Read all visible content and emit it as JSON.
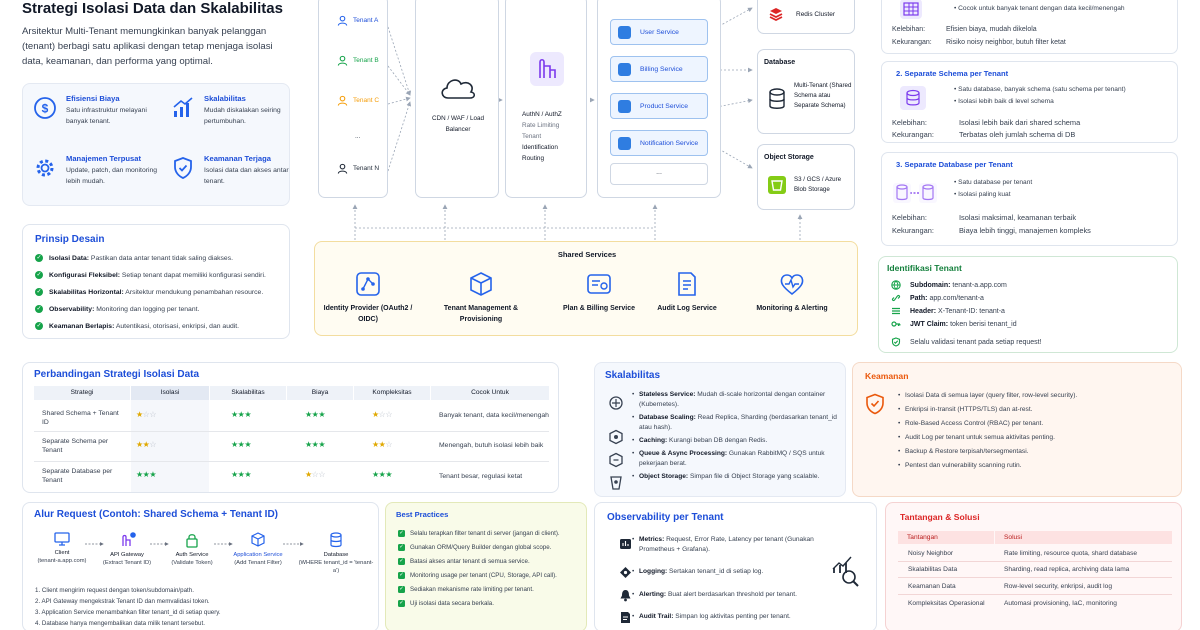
{
  "header": {
    "title": "Strategi Isolasi Data dan Skalabilitas",
    "intro": "Arsitektur Multi-Tenant memungkinkan banyak pelanggan (tenant) berbagi satu aplikasi dengan tetap menjaga isolasi data, keamanan, dan performa yang optimal."
  },
  "benefits": [
    {
      "title": "Efisiensi Biaya",
      "desc": "Satu infrastruktur melayani banyak tenant.",
      "icon": "dollar-icon"
    },
    {
      "title": "Skalabilitas",
      "desc": "Mudah diskalakan seiring pertumbuhan.",
      "icon": "growth-chart-icon"
    },
    {
      "title": "Manajemen Terpusat",
      "desc": "Update, patch, dan monitoring lebih mudah.",
      "icon": "gear-icon"
    },
    {
      "title": "Keamanan Terjaga",
      "desc": "Isolasi data dan akses antar tenant.",
      "icon": "shield-icon"
    }
  ],
  "prinsip": {
    "title": "Prinsip Desain",
    "items": [
      {
        "b": "Isolasi Data:",
        "t": " Pastikan data antar tenant tidak saling diakses."
      },
      {
        "b": "Konfigurasi Fleksibel:",
        "t": " Setiap tenant dapat memiliki konfigurasi sendiri."
      },
      {
        "b": "Skalabilitas Horizontal:",
        "t": " Arsitektur mendukung penambahan resource."
      },
      {
        "b": "Observability:",
        "t": " Monitoring dan logging per tenant."
      },
      {
        "b": "Keamanan Berlapis:",
        "t": " Autentikasi, otorisasi, enkripsi, dan audit."
      }
    ]
  },
  "architecture": {
    "tenants": [
      "Tenant A",
      "Tenant B",
      "Tenant C",
      "...",
      "Tenant N"
    ],
    "tenant_colors": [
      "#2563eb",
      "#16a34a",
      "#f59e0b",
      "#6b7280",
      "#1f2937"
    ],
    "cdn": "CDN / WAF / Load Balancer",
    "gateway_items": [
      "AuthN / AuthZ",
      "Rate Limiting",
      "Tenant",
      "Identification",
      "Routing"
    ],
    "services": [
      "User Service",
      "Billing Service",
      "Product Service",
      "Notification Service",
      "..."
    ],
    "redis": "Redis Cluster",
    "database": {
      "title": "Database",
      "desc": "Multi-Tenant (Shared Schema atau Separate Schema)"
    },
    "storage": {
      "title": "Object Storage",
      "desc": "S3 / GCS / Azure Blob Storage"
    }
  },
  "shared": {
    "title": "Shared Services",
    "items": [
      {
        "label": "Identity Provider (OAuth2 / OIDC)",
        "icon": "identity-icon"
      },
      {
        "label": "Tenant Management & Provisioning",
        "icon": "cube-icon"
      },
      {
        "label": "Plan & Billing Service",
        "icon": "billing-icon"
      },
      {
        "label": "Audit Log Service",
        "icon": "document-icon"
      },
      {
        "label": "Monitoring & Alerting",
        "icon": "heart-pulse-icon"
      }
    ]
  },
  "strategies": [
    {
      "title": "",
      "bullets": [
        "Cocok untuk banyak tenant dengan data kecil/menengah"
      ],
      "kelebihan_label": "Kelebihan:",
      "kelebihan": "Efisien biaya, mudah dikelola",
      "kekurangan_label": "Kekurangan:",
      "kekurangan": "Risiko noisy neighbor, butuh filter ketat"
    },
    {
      "title": "2. Separate Schema per Tenant",
      "bullets": [
        "Satu database, banyak schema (satu schema per tenant)",
        "Isolasi lebih baik di level schema"
      ],
      "kelebihan_label": "Kelebihan:",
      "kelebihan": "Isolasi lebih baik dari shared schema",
      "kekurangan_label": "Kekurangan:",
      "kekurangan": "Terbatas oleh jumlah schema di DB"
    },
    {
      "title": "3. Separate Database per Tenant",
      "bullets": [
        "Satu database per tenant",
        "Isolasi paling kuat"
      ],
      "kelebihan_label": "Kelebihan:",
      "kelebihan": "Isolasi maksimal, keamanan terbaik",
      "kekurangan_label": "Kekurangan:",
      "kekurangan": "Biaya lebih tinggi, manajemen kompleks"
    }
  ],
  "identifikasi": {
    "title": "Identifikasi Tenant",
    "items": [
      {
        "b": "Subdomain:",
        "t": " tenant-a.app.com"
      },
      {
        "b": "Path:",
        "t": " app.com/tenant-a"
      },
      {
        "b": "Header:",
        "t": " X-Tenant-ID: tenant-a"
      },
      {
        "b": "JWT Claim:",
        "t": " token berisi tenant_id"
      }
    ],
    "note": "Selalu validasi tenant pada setiap request!"
  },
  "comparison": {
    "title": "Perbandingan Strategi Isolasi Data",
    "headers": [
      "Strategi",
      "Isolasi",
      "Skalabilitas",
      "Biaya",
      "Kompleksitas",
      "Cocok Untuk"
    ],
    "rows": [
      {
        "name": "Shared Schema + Tenant ID",
        "isolasi": 1,
        "skalabilitas": 3,
        "biaya": 3,
        "kompleksitas": 1,
        "cocok": "Banyak tenant, data kecil/menengah"
      },
      {
        "name": "Separate Schema per Tenant",
        "isolasi": 2,
        "skalabilitas": 3,
        "biaya": 3,
        "kompleksitas": 2,
        "cocok": "Menengah, butuh isolasi lebih baik"
      },
      {
        "name": "Separate Database per Tenant",
        "isolasi": 3,
        "skalabilitas": 3,
        "biaya": 1,
        "kompleksitas": 3,
        "cocok": "Tenant besar, regulasi ketat"
      }
    ]
  },
  "skalabilitas": {
    "title": "Skalabilitas",
    "items": [
      {
        "b": "Stateless Service:",
        "t": " Mudah di-scale horizontal dengan container (Kubernetes)."
      },
      {
        "b": "Database Scaling:",
        "t": " Read Replica, Sharding (berdasarkan tenant_id atau hash)."
      },
      {
        "b": "Caching:",
        "t": " Kurangi beban DB dengan Redis."
      },
      {
        "b": "Queue & Async Processing:",
        "t": " Gunakan RabbitMQ / SQS untuk pekerjaan berat."
      },
      {
        "b": "Object Storage:",
        "t": " Simpan file di Object Storage yang scalable."
      }
    ]
  },
  "keamanan": {
    "title": "Keamanan",
    "items": [
      "Isolasi Data di semua layer (query filter, row-level security).",
      "Enkripsi in-transit (HTTPS/TLS) dan at-rest.",
      "Role-Based Access Control (RBAC) per tenant.",
      "Audit Log per tenant untuk semua aktivitas penting.",
      "Backup & Restore terpisah/tersegmentasi.",
      "Pentest dan vulnerability scanning rutin."
    ]
  },
  "alur": {
    "title": "Alur Request (Contoh: Shared Schema + Tenant ID)",
    "nodes": [
      {
        "name": "Client",
        "sub": "(tenant-a.app.com)"
      },
      {
        "name": "API Gateway",
        "sub": "(Extract Tenant ID)"
      },
      {
        "name": "Auth Service",
        "sub": "(Validate Token)"
      },
      {
        "name": "Application Service",
        "sub": "(Add Tenant Filter)"
      },
      {
        "name": "Database",
        "sub": "(WHERE tenant_id = 'tenant-a')"
      }
    ],
    "steps": [
      "1. Client mengirim request dengan token/subdomain/path.",
      "2. API Gateway mengekstrak Tenant ID dan memvalidasi token.",
      "3. Application Service menambahkan filter tenant_id di setiap query.",
      "4. Database hanya mengembalikan data milik tenant tersebut."
    ]
  },
  "best_practices": {
    "title": "Best Practices",
    "items": [
      "Selalu terapkan filter tenant di server (jangan di client).",
      "Gunakan ORM/Query Builder dengan global scope.",
      "Batasi akses antar tenant di semua service.",
      "Monitoring usage per tenant (CPU, Storage, API call).",
      "Sediakan mekanisme rate limiting per tenant.",
      "Uji isolasi data secara berkala."
    ]
  },
  "observability": {
    "title": "Observability per Tenant",
    "items": [
      {
        "b": "Metrics:",
        "t": " Request, Error Rate, Latency per tenant (Gunakan Prometheus + Grafana)."
      },
      {
        "b": "Logging:",
        "t": " Sertakan tenant_id di setiap log."
      },
      {
        "b": "Alerting:",
        "t": " Buat alert berdasarkan threshold per tenant."
      },
      {
        "b": "Audit Trail:",
        "t": " Simpan log aktivitas penting per tenant."
      }
    ]
  },
  "tantangan": {
    "title": "Tantangan & Solusi",
    "headers": [
      "Tantangan",
      "Solusi"
    ],
    "rows": [
      {
        "t": "Noisy Neighbor",
        "s": "Rate limiting, resource quota, shard database"
      },
      {
        "t": "Skalabilitas Data",
        "s": "Sharding, read replica, archiving data lama"
      },
      {
        "t": "Keamanan Data",
        "s": "Row-level security, enkripsi, audit log"
      },
      {
        "t": "Kompleksitas Operasional",
        "s": "Automasi provisioning, IaC, monitoring"
      }
    ]
  },
  "colors": {
    "accent": "#1d4ed8",
    "green": "#16a34a",
    "orange": "#ea580c",
    "red": "#dc2626",
    "star": "#e0a800"
  }
}
